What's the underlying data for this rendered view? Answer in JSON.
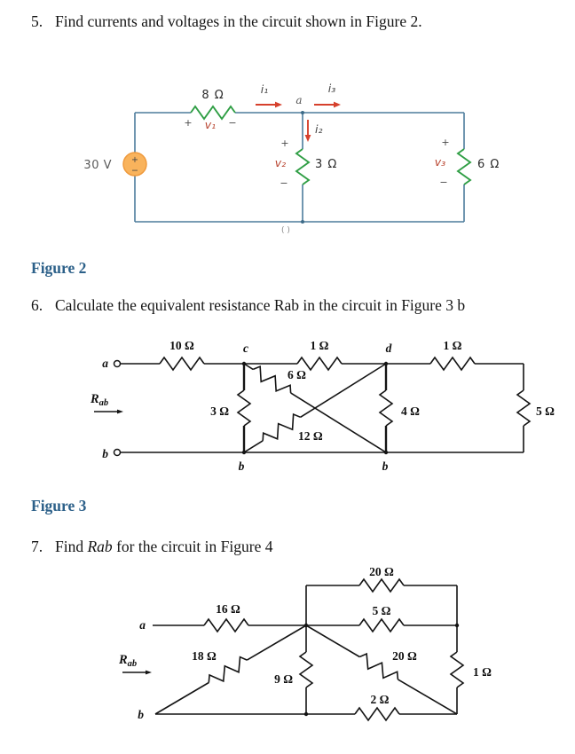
{
  "problems": {
    "p5_num": "5.",
    "p5_text": "Find currents and voltages in the circuit shown in Figure 2.",
    "p6_num": "6.",
    "p6_text": "Calculate the equivalent resistance Rab in the circuit in Figure 3 b",
    "p7_num": "7.",
    "p7_pre": "Find ",
    "p7_rab": "Rab",
    "p7_post": " for the circuit in Figure 4"
  },
  "fig2": {
    "caption": "Figure 2",
    "source_label": "30 V",
    "source_plus": "+",
    "source_minus": "−",
    "r_top": "8 Ω",
    "r_mid": "3 Ω",
    "r_right": "6 Ω",
    "v1_plus": "+",
    "v1_label": "v₁",
    "v1_minus": "−",
    "v2_plus": "+",
    "v2_label": "v₂",
    "v2_minus": "−",
    "v3_plus": "+",
    "v3_label": "v₃",
    "v3_minus": "−",
    "i1": "i₁",
    "i2": "i₂",
    "i3": "i₃",
    "node_a": "a",
    "artifact": "( )"
  },
  "fig3": {
    "caption": "Figure 3",
    "r10": "10 Ω",
    "r1_left": "1 Ω",
    "r1_right": "1 Ω",
    "r3": "3 Ω",
    "r6": "6 Ω",
    "r12": "12 Ω",
    "r4": "4 Ω",
    "r5": "5 Ω",
    "rab_main": "R",
    "rab_sub": "ab",
    "node_a": "a",
    "node_b_left": "b",
    "node_c": "c",
    "node_d": "d",
    "node_b_mid": "b",
    "node_b_right": "b"
  },
  "fig4": {
    "r16": "16 Ω",
    "r18": "18 Ω",
    "r9": "9 Ω",
    "r20_top": "20 Ω",
    "r5": "5 Ω",
    "r20_diag": "20 Ω",
    "r2": "2 Ω",
    "r1": "1 Ω",
    "rab_main": "R",
    "rab_sub": "ab",
    "node_a": "a",
    "node_b": "b"
  }
}
